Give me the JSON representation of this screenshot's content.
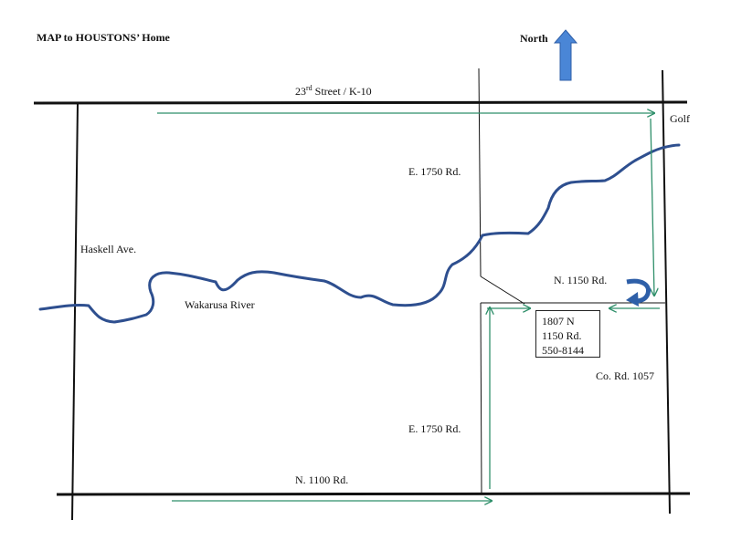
{
  "title": "MAP to HOUSTONS’ Home",
  "north_label": "North",
  "roads": {
    "top_street_main": "23",
    "top_street_sup": "rd",
    "top_street_rest": " Street / K-10",
    "e1750_upper": "E. 1750 Rd.",
    "e1750_lower": "E. 1750 Rd.",
    "haskell": "Haskell Ave.",
    "n1150": "N. 1150 Rd.",
    "n1100": "N. 1100 Rd.",
    "co1057": "Co. Rd. 1057",
    "golf": "Golf"
  },
  "river": {
    "name": "Wakarusa River"
  },
  "address": {
    "line1": "1807 N",
    "line2": "1150 Rd.",
    "line3": "550-8144"
  },
  "colors": {
    "road": "#111111",
    "river": "#2e4f8f",
    "route_arrow": "#2f8f6a",
    "north_arrow": "#4a86d6"
  }
}
